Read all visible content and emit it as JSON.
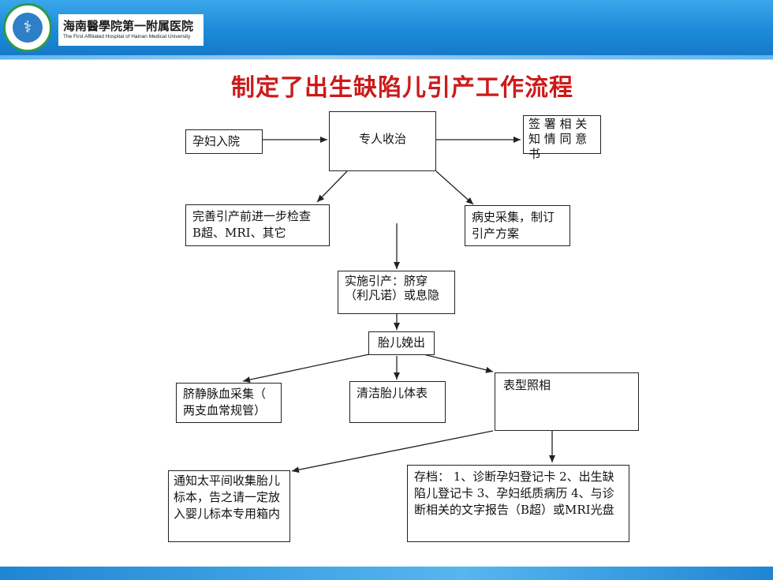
{
  "header": {
    "hospital_name_cn": "海南醫學院第一附属医院",
    "hospital_name_en": "The First Affiliated Hospital of Hainan Medical University",
    "logo_icon": "hospital-emblem"
  },
  "slide": {
    "title": "制定了出生缺陷儿引产工作流程"
  },
  "flow": {
    "admission": "孕妇入院",
    "dedicated_care": "专人收治",
    "consent": "签 署 相 关 知 情 同 意 书",
    "exams": "完善引产前进一步检查 B超、MRI、其它",
    "history": "病史采集，制订 引产方案",
    "induction": "实施引产：脐穿（利凡诺）或息隐",
    "delivery": "胎儿娩出",
    "blood_sample": "脐静脉血采集（ 两支血常规管）",
    "clean_fetus": "清洁胎儿体表",
    "photo": "表型照相",
    "mortuary": "通知太平间收集胎儿标本，告之请一定放入婴儿标本专用箱内",
    "archive": "存档： 1、诊断孕妇登记卡 2、出生缺陷儿登记卡 3、孕妇纸质病历 4、与诊断相关的文字报告（B超）或MRI光盘"
  },
  "colors": {
    "banner": "#1b88d8",
    "title": "#cc1a1a",
    "border": "#222222"
  }
}
